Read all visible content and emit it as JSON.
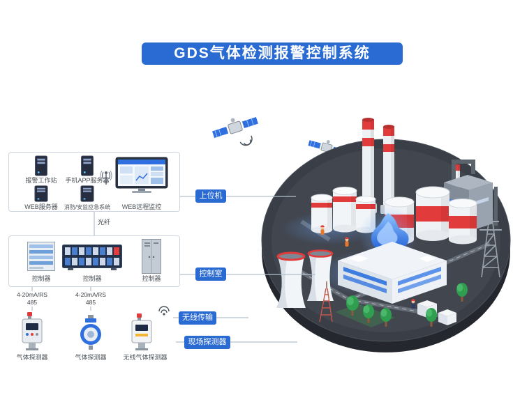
{
  "title": "GDS气体检测报警控制系统",
  "colors": {
    "primary": "#2a6bd3",
    "accent_red": "#e23b3b",
    "platform": "#3a3f47",
    "connector": "#b2bfcc"
  },
  "upper_layer": {
    "alarm_workstation": "报警工作站",
    "app_server": "手机APP服务器",
    "web_server": "WEB服务器",
    "fire_safety_system": "消防/安监应急系统",
    "web_remote_monitor": "WEB远程监控"
  },
  "links": {
    "fiber": "光纤",
    "bus1": "4-20mA/RS 485",
    "bus2": "4-20mA/RS 485"
  },
  "controller_layer": {
    "c1": "控制器",
    "c2": "控制器",
    "c3": "控制器"
  },
  "detector_layer": {
    "d1": "气体探测器",
    "d2": "气体探测器",
    "d3": "无线气体探测器"
  },
  "badges": {
    "upper_computer": "上位机",
    "control_room": "控制室",
    "wireless": "无线传输",
    "field_detectors": "现场探测器"
  }
}
